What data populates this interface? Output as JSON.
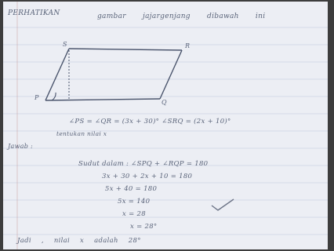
{
  "page": {
    "colors": {
      "paper": "#eceef4",
      "rule_line": "#a8b4cf",
      "margin_line": "#c99a9a",
      "ink": "#2e3a55",
      "check": "#6b7386"
    },
    "heading": {
      "left": "PERHATIKAN",
      "rest": "gambar jajargenjang dibawah ini"
    },
    "figure": {
      "labels": [
        "S",
        "R",
        "P",
        "Q"
      ]
    },
    "lines": [
      {
        "text": "∠PS = ∠QR = (3x + 30)°   ∠SRQ = (2x + 10)°"
      },
      {
        "text": "tentukan nilai x"
      },
      {
        "text": "Jawab :"
      },
      {
        "text": "Sudut dalam :  ∠SPQ + ∠RQP = 180"
      },
      {
        "text": "3x + 30 + 2x + 10 = 180"
      },
      {
        "text": "5x + 40 = 180"
      },
      {
        "text": "5x = 140"
      },
      {
        "text": "x = 28"
      },
      {
        "text": "x = 28°"
      },
      {
        "text": "Jadi , nilai x adalah 28°"
      }
    ]
  }
}
